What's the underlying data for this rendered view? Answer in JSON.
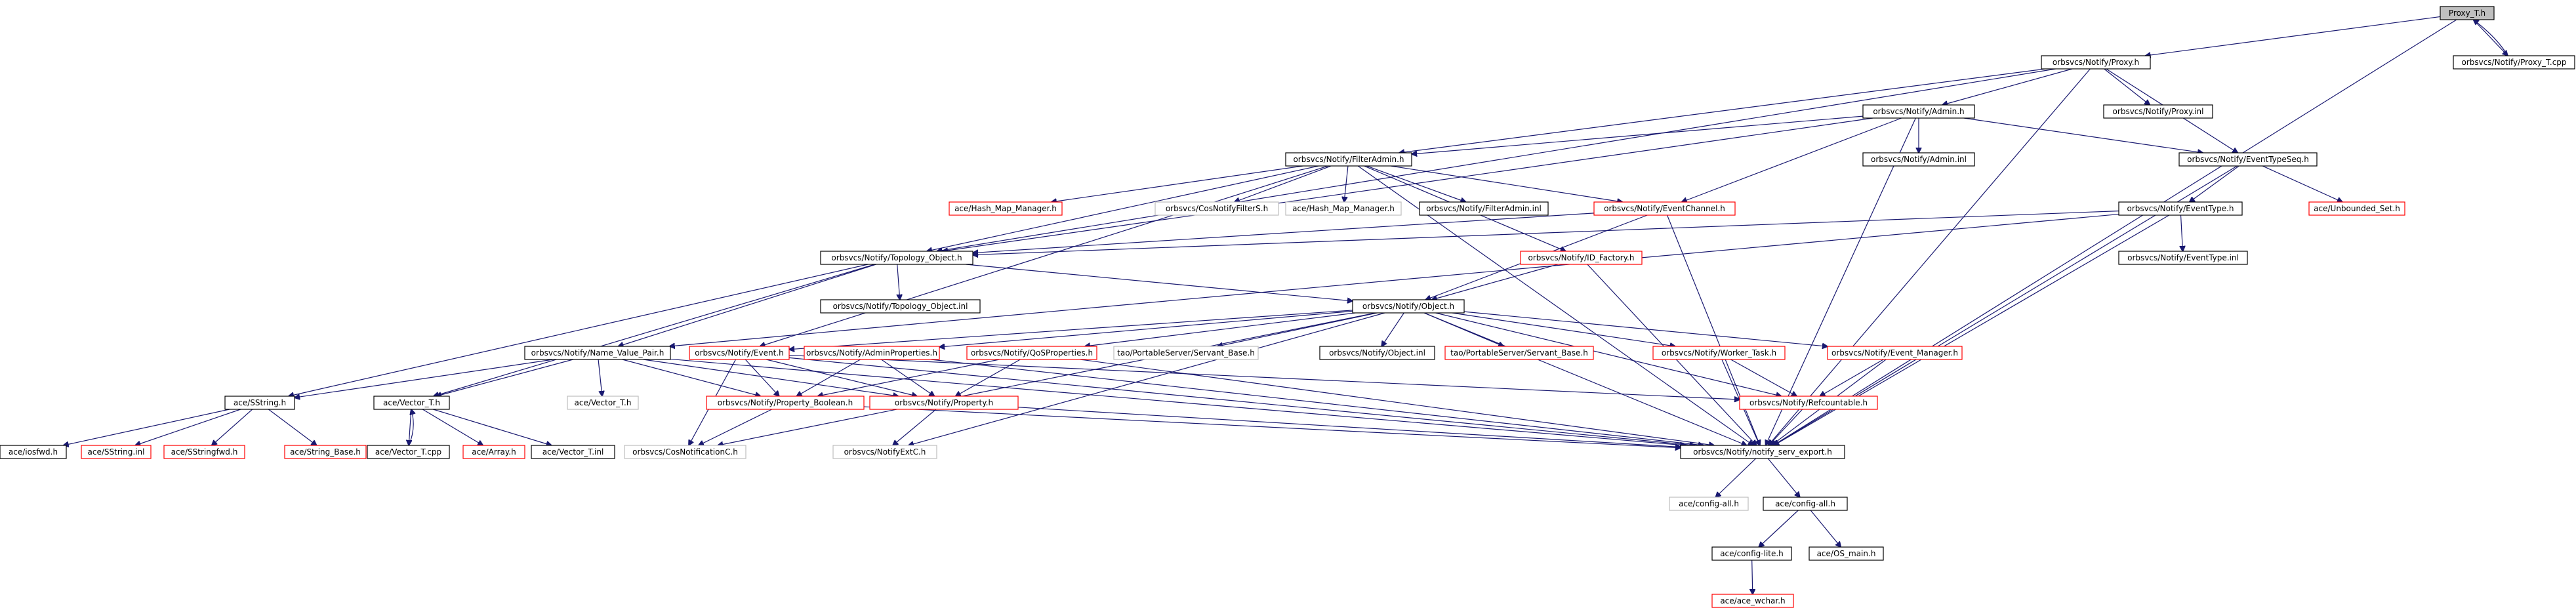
{
  "graph": {
    "colors": {
      "edge": "#191970",
      "border": "#000000",
      "missing": "#bfbfbf",
      "truncated": "#ff0000",
      "root_fill": "#bfbfbf"
    },
    "nodes": [
      {
        "id": "proxy_t_h",
        "label": "Proxy_T.h",
        "kind": "root"
      },
      {
        "id": "proxy_t_cpp",
        "label": "orbsvcs/Notify/Proxy_T.cpp",
        "kind": "normal"
      },
      {
        "id": "proxy_h",
        "label": "orbsvcs/Notify/Proxy.h",
        "kind": "normal"
      },
      {
        "id": "proxy_inl",
        "label": "orbsvcs/Notify/Proxy.inl",
        "kind": "normal"
      },
      {
        "id": "admin_h",
        "label": "orbsvcs/Notify/Admin.h",
        "kind": "normal"
      },
      {
        "id": "eventtypeseq_h",
        "label": "orbsvcs/Notify/EventTypeSeq.h",
        "kind": "normal"
      },
      {
        "id": "filteradmin_h",
        "label": "orbsvcs/Notify/FilterAdmin.h",
        "kind": "normal"
      },
      {
        "id": "admin_inl",
        "label": "orbsvcs/Notify/Admin.inl",
        "kind": "normal"
      },
      {
        "id": "eventtype_h",
        "label": "orbsvcs/Notify/EventType.h",
        "kind": "normal"
      },
      {
        "id": "unbounded_set_h",
        "label": "ace/Unbounded_Set.h",
        "kind": "truncated"
      },
      {
        "id": "hash_map_manager_h_red",
        "label": "ace/Hash_Map_Manager.h",
        "kind": "truncated"
      },
      {
        "id": "cosnotifyfilters_h",
        "label": "orbsvcs/CosNotifyFilterS.h",
        "kind": "missing"
      },
      {
        "id": "hash_map_manager_h",
        "label": "ace/Hash_Map_Manager.h",
        "kind": "missing"
      },
      {
        "id": "filteradmin_inl",
        "label": "orbsvcs/Notify/FilterAdmin.inl",
        "kind": "normal"
      },
      {
        "id": "eventchannel_h",
        "label": "orbsvcs/Notify/EventChannel.h",
        "kind": "truncated"
      },
      {
        "id": "topology_object_h",
        "label": "orbsvcs/Notify/Topology_Object.h",
        "kind": "normal"
      },
      {
        "id": "id_factory_h",
        "label": "orbsvcs/Notify/ID_Factory.h",
        "kind": "truncated"
      },
      {
        "id": "eventtype_inl",
        "label": "orbsvcs/Notify/EventType.inl",
        "kind": "normal"
      },
      {
        "id": "topology_object_inl",
        "label": "orbsvcs/Notify/Topology_Object.inl",
        "kind": "normal"
      },
      {
        "id": "object_h",
        "label": "orbsvcs/Notify/Object.h",
        "kind": "normal"
      },
      {
        "id": "name_value_pair_h",
        "label": "orbsvcs/Notify/Name_Value_Pair.h",
        "kind": "normal"
      },
      {
        "id": "event_h",
        "label": "orbsvcs/Notify/Event.h",
        "kind": "truncated"
      },
      {
        "id": "adminproperties_h",
        "label": "orbsvcs/Notify/AdminProperties.h",
        "kind": "truncated"
      },
      {
        "id": "qosproperties_h",
        "label": "orbsvcs/Notify/QoSProperties.h",
        "kind": "truncated"
      },
      {
        "id": "portableserver_servant_base_h_gray",
        "label": "tao/PortableServer/Servant_Base.h",
        "kind": "missing"
      },
      {
        "id": "object_inl",
        "label": "orbsvcs/Notify/Object.inl",
        "kind": "normal"
      },
      {
        "id": "portableserver_servant_base_h_red",
        "label": "tao/PortableServer/Servant_Base.h",
        "kind": "truncated"
      },
      {
        "id": "worker_task_h",
        "label": "orbsvcs/Notify/Worker_Task.h",
        "kind": "truncated"
      },
      {
        "id": "event_manager_h",
        "label": "orbsvcs/Notify/Event_Manager.h",
        "kind": "truncated"
      },
      {
        "id": "sstring_h",
        "label": "ace/SString.h",
        "kind": "normal"
      },
      {
        "id": "vector_t_h",
        "label": "ace/Vector_T.h",
        "kind": "normal"
      },
      {
        "id": "vector_t_h_gray",
        "label": "ace/Vector_T.h",
        "kind": "missing"
      },
      {
        "id": "property_boolean_h",
        "label": "orbsvcs/Notify/Property_Boolean.h",
        "kind": "truncated"
      },
      {
        "id": "property_h",
        "label": "orbsvcs/Notify/Property.h",
        "kind": "truncated"
      },
      {
        "id": "refcountable_h",
        "label": "orbsvcs/Notify/Refcountable.h",
        "kind": "truncated"
      },
      {
        "id": "notify_serv_export_h",
        "label": "orbsvcs/Notify/notify_serv_export.h",
        "kind": "normal"
      },
      {
        "id": "iosfwd_h",
        "label": "ace/iosfwd.h",
        "kind": "normal"
      },
      {
        "id": "sstring_inl",
        "label": "ace/SString.inl",
        "kind": "truncated"
      },
      {
        "id": "sstringfwd_h",
        "label": "ace/SStringfwd.h",
        "kind": "truncated"
      },
      {
        "id": "string_base_h",
        "label": "ace/String_Base.h",
        "kind": "truncated"
      },
      {
        "id": "vector_t_cpp",
        "label": "ace/Vector_T.cpp",
        "kind": "normal"
      },
      {
        "id": "array_h",
        "label": "ace/Array.h",
        "kind": "truncated"
      },
      {
        "id": "vector_t_inl",
        "label": "ace/Vector_T.inl",
        "kind": "normal"
      },
      {
        "id": "cosnotificationc_h",
        "label": "orbsvcs/CosNotificationC.h",
        "kind": "missing"
      },
      {
        "id": "notifyextc_h",
        "label": "orbsvcs/NotifyExtC.h",
        "kind": "missing"
      },
      {
        "id": "config_all_h_gray",
        "label": "ace/config-all.h",
        "kind": "missing"
      },
      {
        "id": "config_all_h",
        "label": "ace/config-all.h",
        "kind": "normal"
      },
      {
        "id": "config_lite_h",
        "label": "ace/config-lite.h",
        "kind": "normal"
      },
      {
        "id": "os_main_h",
        "label": "ace/OS_main.h",
        "kind": "normal"
      },
      {
        "id": "ace_wchar_h",
        "label": "ace/ace_wchar.h",
        "kind": "truncated"
      }
    ],
    "edges": [
      [
        "proxy_t_h",
        "proxy_t_cpp"
      ],
      [
        "proxy_t_cpp",
        "proxy_t_h"
      ],
      [
        "proxy_t_h",
        "proxy_h"
      ],
      [
        "proxy_t_h",
        "notify_serv_export_h"
      ],
      [
        "proxy_h",
        "proxy_inl"
      ],
      [
        "proxy_h",
        "admin_h"
      ],
      [
        "proxy_h",
        "eventtypeseq_h"
      ],
      [
        "proxy_h",
        "filteradmin_h"
      ],
      [
        "proxy_h",
        "topology_object_h"
      ],
      [
        "proxy_h",
        "notify_serv_export_h"
      ],
      [
        "admin_h",
        "admin_inl"
      ],
      [
        "admin_h",
        "filteradmin_h"
      ],
      [
        "admin_h",
        "eventtypeseq_h"
      ],
      [
        "admin_h",
        "eventchannel_h"
      ],
      [
        "admin_h",
        "topology_object_h"
      ],
      [
        "admin_h",
        "notify_serv_export_h"
      ],
      [
        "eventtypeseq_h",
        "eventtype_h"
      ],
      [
        "eventtypeseq_h",
        "unbounded_set_h"
      ],
      [
        "eventtypeseq_h",
        "notify_serv_export_h"
      ],
      [
        "filteradmin_h",
        "hash_map_manager_h_red"
      ],
      [
        "filteradmin_h",
        "cosnotifyfilters_h"
      ],
      [
        "filteradmin_h",
        "hash_map_manager_h"
      ],
      [
        "filteradmin_h",
        "filteradmin_inl"
      ],
      [
        "filteradmin_h",
        "eventchannel_h"
      ],
      [
        "filteradmin_h",
        "id_factory_h"
      ],
      [
        "filteradmin_h",
        "topology_object_h"
      ],
      [
        "filteradmin_h",
        "notify_serv_export_h"
      ],
      [
        "filteradmin_h",
        "event_h"
      ],
      [
        "eventtype_h",
        "eventtype_inl"
      ],
      [
        "eventtype_h",
        "topology_object_h"
      ],
      [
        "eventtype_h",
        "notify_serv_export_h"
      ],
      [
        "eventtype_h",
        "name_value_pair_h"
      ],
      [
        "eventchannel_h",
        "topology_object_h"
      ],
      [
        "eventchannel_h",
        "object_h"
      ],
      [
        "eventchannel_h",
        "notify_serv_export_h"
      ],
      [
        "topology_object_h",
        "topology_object_inl"
      ],
      [
        "topology_object_h",
        "object_h"
      ],
      [
        "topology_object_h",
        "name_value_pair_h"
      ],
      [
        "topology_object_h",
        "sstring_h"
      ],
      [
        "topology_object_h",
        "vector_t_h"
      ],
      [
        "id_factory_h",
        "object_h"
      ],
      [
        "id_factory_h",
        "notify_serv_export_h"
      ],
      [
        "object_h",
        "event_h"
      ],
      [
        "object_h",
        "adminproperties_h"
      ],
      [
        "object_h",
        "qosproperties_h"
      ],
      [
        "object_h",
        "portableserver_servant_base_h_gray"
      ],
      [
        "object_h",
        "object_inl"
      ],
      [
        "object_h",
        "portableserver_servant_base_h_red"
      ],
      [
        "object_h",
        "worker_task_h"
      ],
      [
        "object_h",
        "event_manager_h"
      ],
      [
        "object_h",
        "refcountable_h"
      ],
      [
        "object_h",
        "notify_serv_export_h"
      ],
      [
        "object_h",
        "notifyextc_h"
      ],
      [
        "object_h",
        "cosnotificationc_h"
      ],
      [
        "name_value_pair_h",
        "sstring_h"
      ],
      [
        "name_value_pair_h",
        "vector_t_h"
      ],
      [
        "name_value_pair_h",
        "vector_t_h_gray"
      ],
      [
        "name_value_pair_h",
        "property_boolean_h"
      ],
      [
        "name_value_pair_h",
        "property_h"
      ],
      [
        "name_value_pair_h",
        "notify_serv_export_h"
      ],
      [
        "event_h",
        "property_boolean_h"
      ],
      [
        "event_h",
        "property_h"
      ],
      [
        "event_h",
        "refcountable_h"
      ],
      [
        "event_h",
        "cosnotificationc_h"
      ],
      [
        "event_h",
        "notify_serv_export_h"
      ],
      [
        "adminproperties_h",
        "property_boolean_h"
      ],
      [
        "adminproperties_h",
        "property_h"
      ],
      [
        "adminproperties_h",
        "notify_serv_export_h"
      ],
      [
        "qosproperties_h",
        "property_boolean_h"
      ],
      [
        "qosproperties_h",
        "property_h"
      ],
      [
        "qosproperties_h",
        "notify_serv_export_h"
      ],
      [
        "worker_task_h",
        "refcountable_h"
      ],
      [
        "worker_task_h",
        "notify_serv_export_h"
      ],
      [
        "event_manager_h",
        "refcountable_h"
      ],
      [
        "event_manager_h",
        "notify_serv_export_h"
      ],
      [
        "refcountable_h",
        "notify_serv_export_h"
      ],
      [
        "property_boolean_h",
        "cosnotificationc_h"
      ],
      [
        "property_boolean_h",
        "notify_serv_export_h"
      ],
      [
        "property_h",
        "notifyextc_h"
      ],
      [
        "property_h",
        "notify_serv_export_h"
      ],
      [
        "sstring_h",
        "iosfwd_h"
      ],
      [
        "sstring_h",
        "sstring_inl"
      ],
      [
        "sstring_h",
        "sstringfwd_h"
      ],
      [
        "sstring_h",
        "string_base_h"
      ],
      [
        "vector_t_h",
        "vector_t_cpp"
      ],
      [
        "vector_t_cpp",
        "vector_t_h"
      ],
      [
        "vector_t_h",
        "array_h"
      ],
      [
        "vector_t_h",
        "vector_t_inl"
      ],
      [
        "notify_serv_export_h",
        "config_all_h_gray"
      ],
      [
        "notify_serv_export_h",
        "config_all_h"
      ],
      [
        "config_all_h",
        "config_lite_h"
      ],
      [
        "config_all_h",
        "os_main_h"
      ],
      [
        "config_lite_h",
        "ace_wchar_h"
      ]
    ]
  }
}
